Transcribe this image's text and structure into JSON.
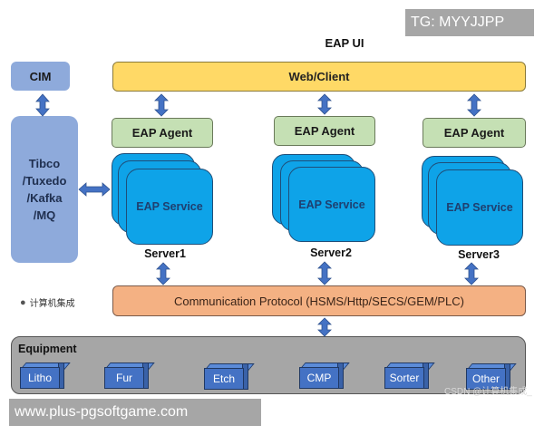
{
  "watermarks": {
    "top_right": "TG: MYYJJPP",
    "bottom_left": "www.plus-pgsoftgame.com",
    "csdn": "CSDN @计算机集成_",
    "wechat_label": "计算机集成"
  },
  "diagram": {
    "title": "EAP UI",
    "cim": "CIM",
    "web_client": "Web/Client",
    "middleware": "Tibco\n/Tuxedo\n/Kafka\n/MQ",
    "servers": [
      {
        "agent": "EAP Agent",
        "service": "EAP Service",
        "name": "Server1"
      },
      {
        "agent": "EAP Agent",
        "service": "EAP Service",
        "name": "Server2"
      },
      {
        "agent": "EAP Agent",
        "service": "EAP Service",
        "name": "Server3"
      }
    ],
    "protocol": "Communication Protocol (HSMS/Http/SECS/GEM/PLC)",
    "equipment": {
      "title": "Equipment",
      "items": [
        "Litho",
        "Fur",
        "Etch",
        "CMP",
        "Sorter",
        "Other"
      ]
    }
  },
  "colors": {
    "arrow": "#4472c4",
    "web": "#ffd966",
    "agent": "#c5e0b4",
    "service": "#0ea3e8",
    "protocol": "#f4b183",
    "cim": "#8eaadb",
    "equipment_bg": "#a6a6a6",
    "equipment_box": "#4472c4"
  }
}
